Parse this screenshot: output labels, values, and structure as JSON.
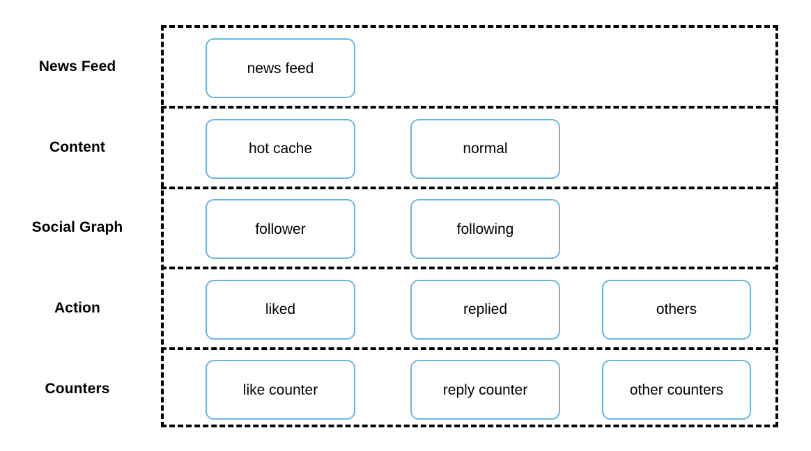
{
  "diagram": {
    "type": "swimlane",
    "title": "",
    "colors": {
      "node_border": "#69b4e0",
      "node_fill": "#ffffff",
      "lane_border": "#000000",
      "label_text": "#000000",
      "background": "#ffffff"
    },
    "lanes": [
      {
        "label": "News Feed",
        "nodes": [
          {
            "label": "news feed"
          }
        ]
      },
      {
        "label": "Content",
        "nodes": [
          {
            "label": "hot cache"
          },
          {
            "label": "normal"
          }
        ]
      },
      {
        "label": "Social Graph",
        "nodes": [
          {
            "label": "follower"
          },
          {
            "label": "following"
          }
        ]
      },
      {
        "label": "Action",
        "nodes": [
          {
            "label": "liked"
          },
          {
            "label": "replied"
          },
          {
            "label": "others"
          }
        ]
      },
      {
        "label": "Counters",
        "nodes": [
          {
            "label": "like counter"
          },
          {
            "label": "reply counter"
          },
          {
            "label": "other counters"
          }
        ]
      }
    ]
  }
}
